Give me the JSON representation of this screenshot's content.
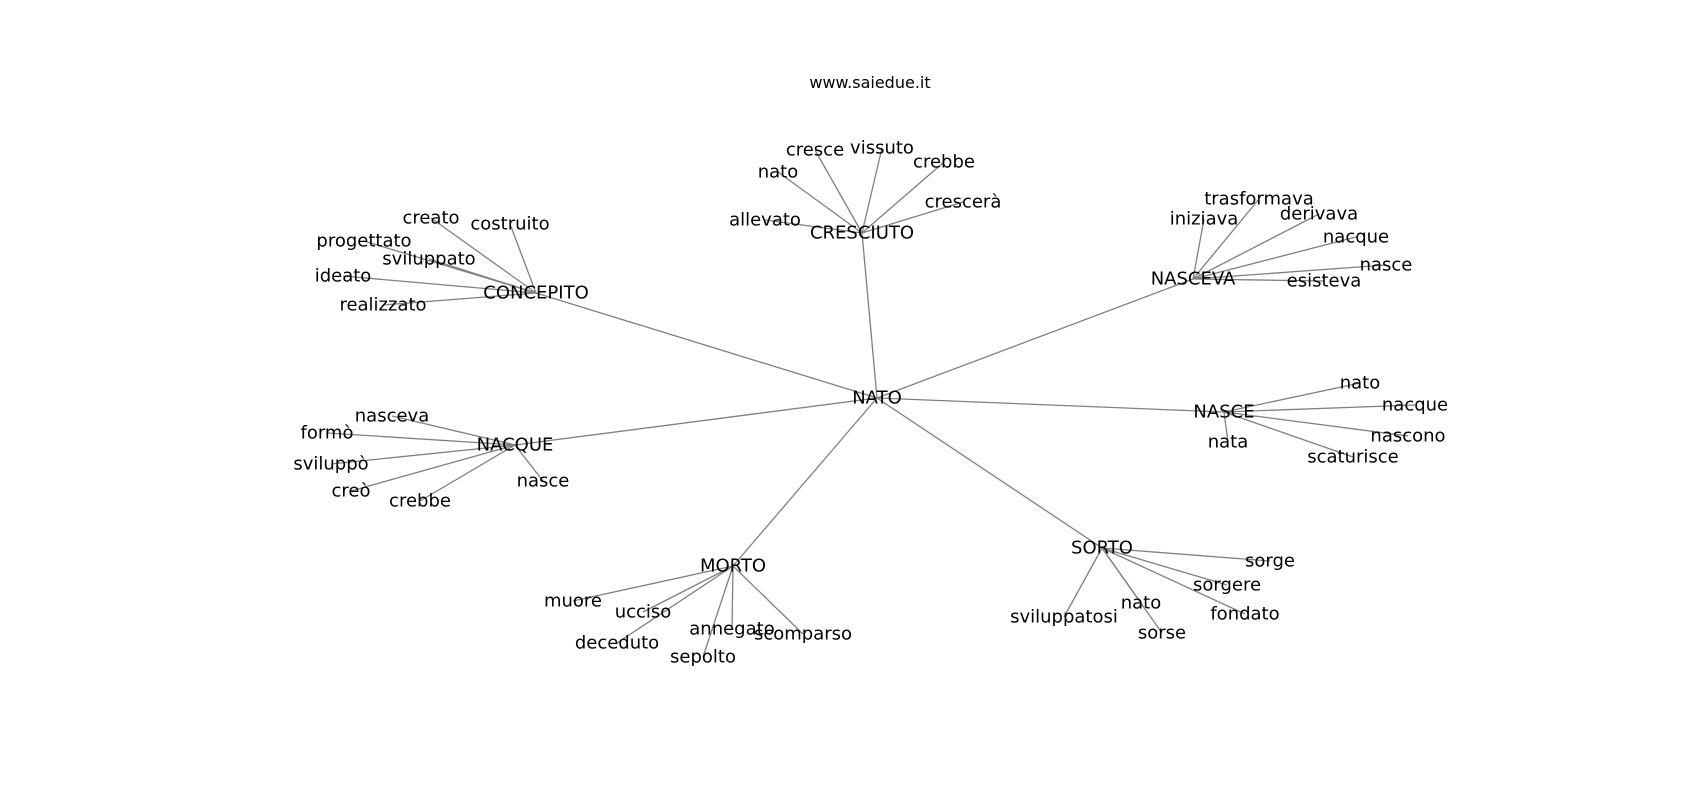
{
  "title": "www.saiedue.it",
  "colors": {
    "edge": "#808080",
    "text": "#000000",
    "background": "#ffffff"
  },
  "center": {
    "id": "NATO",
    "label": "NATO"
  },
  "nodes": [
    {
      "id": "CRESCIUTO",
      "label": "CRESCIUTO",
      "leaves": [
        "nato",
        "cresce",
        "vissuto",
        "crebbe",
        "crescerà",
        "allevato"
      ]
    },
    {
      "id": "NASCEVA",
      "label": "NASCEVA",
      "leaves": [
        "trasformava",
        "iniziava",
        "derivava",
        "nacque",
        "nasce",
        "esisteva"
      ]
    },
    {
      "id": "CONCEPITO",
      "label": "CONCEPITO",
      "leaves": [
        "creato",
        "costruito",
        "progettato",
        "sviluppato",
        "ideato",
        "realizzato"
      ]
    },
    {
      "id": "NACQUE",
      "label": "NACQUE",
      "leaves": [
        "nasceva",
        "formò",
        "sviluppò",
        "creò",
        "crebbe",
        "nasce"
      ]
    },
    {
      "id": "NASCE",
      "label": "NASCE",
      "leaves": [
        "nato",
        "nacque",
        "nascono",
        "nata",
        "scaturisce"
      ]
    },
    {
      "id": "MORTO",
      "label": "MORTO",
      "leaves": [
        "muore",
        "ucciso",
        "deceduto",
        "annegato",
        "sepolto",
        "scomparso"
      ]
    },
    {
      "id": "SORTO",
      "label": "SORTO",
      "leaves": [
        "sorge",
        "sorgere",
        "fondato",
        "nato",
        "sviluppatosi",
        "sorse"
      ]
    }
  ]
}
